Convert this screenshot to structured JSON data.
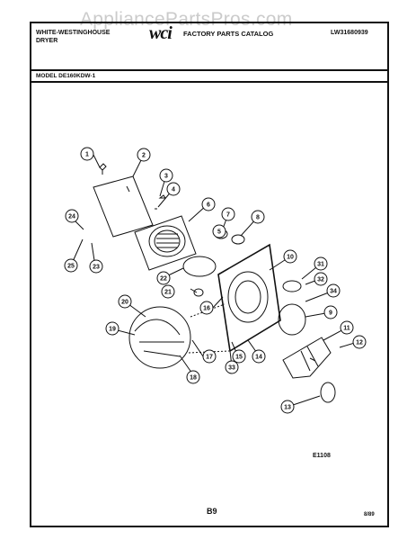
{
  "watermark": "AppliancePartsPros.com",
  "header": {
    "brand_line1": "WHITE-WESTINGHOUSE",
    "brand_line2": "DRYER",
    "logo_text": "wci",
    "catalog_title": "FACTORY PARTS CATALOG",
    "doc_number": "LW31680939"
  },
  "model_label": "MODEL DE160KDW-1",
  "diagram": {
    "figure_code": "E1108",
    "callouts": [
      "1",
      "2",
      "3",
      "4",
      "5",
      "6",
      "7",
      "8",
      "9",
      "10",
      "11",
      "12",
      "13",
      "14",
      "15",
      "16",
      "17",
      "18",
      "19",
      "20",
      "21",
      "22",
      "23",
      "24",
      "25",
      "31",
      "32",
      "33",
      "34"
    ]
  },
  "footer": {
    "page_code": "B9",
    "date_code": "8/89"
  }
}
